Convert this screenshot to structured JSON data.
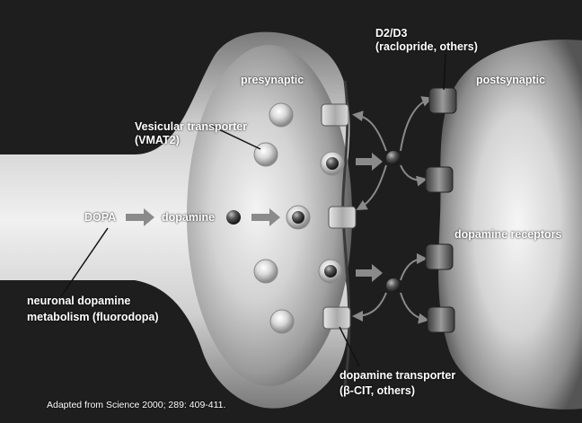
{
  "labels": {
    "presynaptic": "presynaptic",
    "postsynaptic": "postsynaptic",
    "d2d3_line1": "D2/D3",
    "d2d3_line2": "(raclopride, others)",
    "vmat_line1": "Vesicular transporter",
    "vmat_line2": "(VMAT2)",
    "dopa": "DOPA",
    "dopamine": "dopamine",
    "dopamine_receptors": "dopamine receptors",
    "metabolism_line1": "neuronal dopamine",
    "metabolism_line2": "metabolism (fluorodopa)",
    "transporter_line1": "dopamine transporter",
    "transporter_line2": "(β-CIT, others)",
    "credit": "Adapted from Science 2000; 289: 409-411."
  },
  "watermark": "",
  "colors": {
    "background": "#1e1e1e",
    "neuron_light": "#f2f2f2",
    "neuron_mid": "#a8a8a8",
    "neuron_dark": "#5c5c5c",
    "arrow": "#8a8a8a",
    "molecule": "#4a4a4a",
    "receptor": "#6a6a6a"
  }
}
